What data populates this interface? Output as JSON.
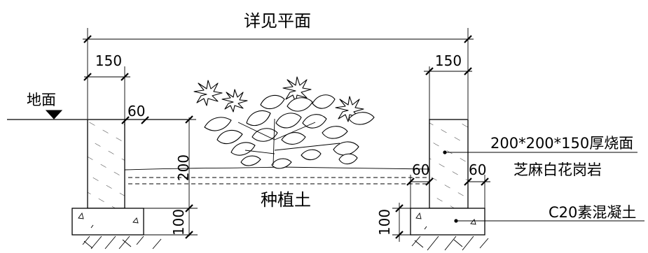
{
  "title": "详见平面",
  "dimensions": {
    "left_wall_width": "150",
    "right_wall_width": "150",
    "left_offset": "60",
    "right_inner_offset": "60",
    "right_outer_offset": "60",
    "soil_depth": "200",
    "left_base_height": "100",
    "right_base_height": "100"
  },
  "labels": {
    "ground": "地面",
    "soil": "种植土",
    "stone_line1": "200*200*150厚烧面",
    "stone_line2": "芝麻白花岗岩",
    "concrete": "C20素混凝土"
  }
}
